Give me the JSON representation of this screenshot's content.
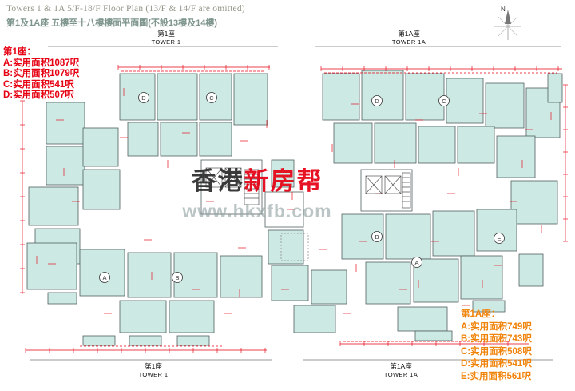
{
  "title": {
    "line1": "Towers 1 & 1A  5/F-18/F Floor Plan (13/F & 14/F are omitted)",
    "line2": "第1及1A座 五樓至十八樓樓面平面圖(不設13樓及14樓)"
  },
  "tower1_legend": {
    "heading": "第1座：",
    "items": [
      "A:实用面积1087呎",
      "B:实用面积1079呎",
      "C:实用面积541呎",
      "D:实用面积507呎"
    ]
  },
  "tower1a_legend": {
    "heading": "第1A座：",
    "items": [
      "A:实用面积749呎",
      "B:实用面积743呎",
      "C:实用面积508呎",
      "D:实用面积541呎",
      "E:实用面积561呎"
    ]
  },
  "labels": {
    "tower1_cn": "第1座",
    "tower1_en": "TOWER 1",
    "tower1a_cn": "第1A座",
    "tower1a_en": "TOWER 1A"
  },
  "compass": {
    "label": "N"
  },
  "watermark": {
    "brand_black": "香港",
    "brand_red": "新房帮",
    "url": "www.hkxfb.com"
  },
  "units": {
    "tower1": [
      "A",
      "B",
      "C",
      "D"
    ],
    "tower1a": [
      "A",
      "B",
      "C",
      "D",
      "E"
    ]
  },
  "colors": {
    "legend_tower1": "#e60012",
    "legend_tower1a": "#f0830a",
    "dimension_red": "#e60012",
    "room_fill": "#cde9e4",
    "plan_line": "#50605d",
    "title_gray": "#93988a"
  }
}
